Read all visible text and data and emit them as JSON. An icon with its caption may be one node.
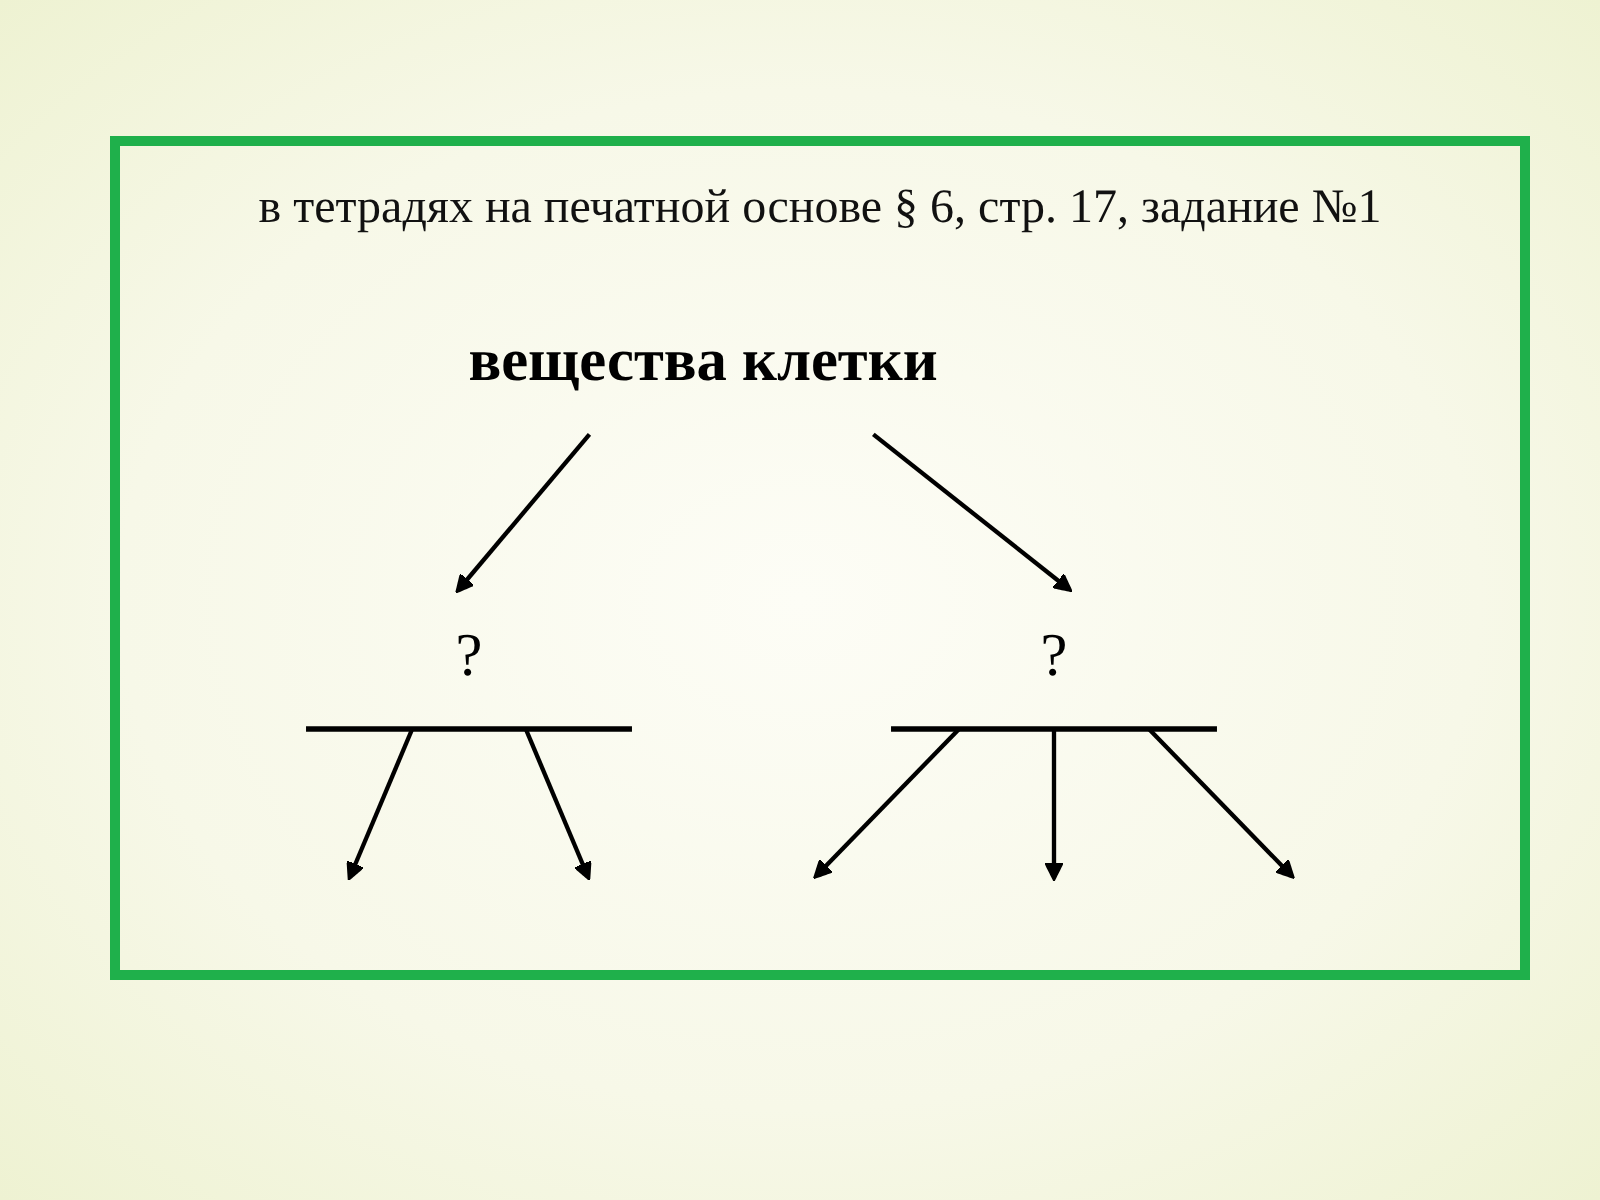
{
  "diagram": {
    "title": "в тетрадях на печатной основе § 6, стр. 17, задание №1",
    "nodes": [
      {
        "text": [
          "вещества клетки"
        ]
      },
      {
        "text": [
          "?"
        ]
      },
      {
        "text": [
          "?"
        ]
      }
    ],
    "edges": [
      {
        "from": 0,
        "to": 1,
        "arrow": "to"
      },
      {
        "from": 0,
        "to": 2,
        "arrow": "to"
      },
      {
        "from": 1,
        "to": null,
        "arrow": "to"
      },
      {
        "from": 1,
        "to": null,
        "arrow": "to"
      },
      {
        "from": 2,
        "to": null,
        "arrow": "to"
      },
      {
        "from": 2,
        "to": null,
        "arrow": "to"
      },
      {
        "from": 2,
        "to": null,
        "arrow": "to"
      }
    ]
  }
}
